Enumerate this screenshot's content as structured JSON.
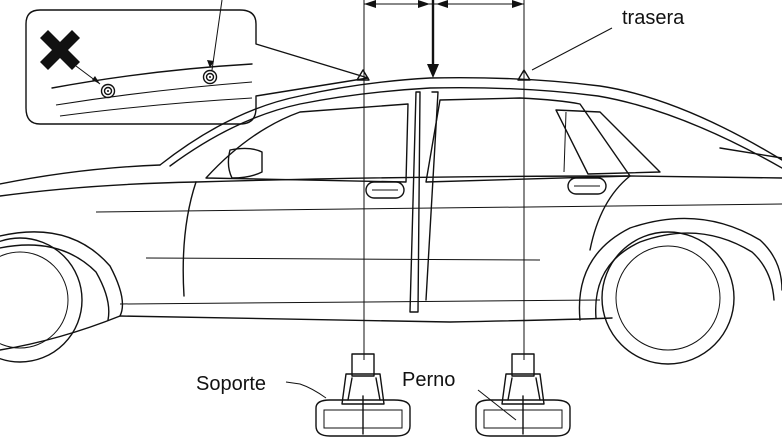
{
  "labels": {
    "rear_marker": "trasera",
    "support": "Soporte",
    "bolt": "Perno"
  },
  "icons": {
    "wrong_mark": "x-mark-icon",
    "measure_arrow": "arrow-down-icon"
  },
  "colors": {
    "line": "#111111",
    "background": "#ffffff"
  }
}
